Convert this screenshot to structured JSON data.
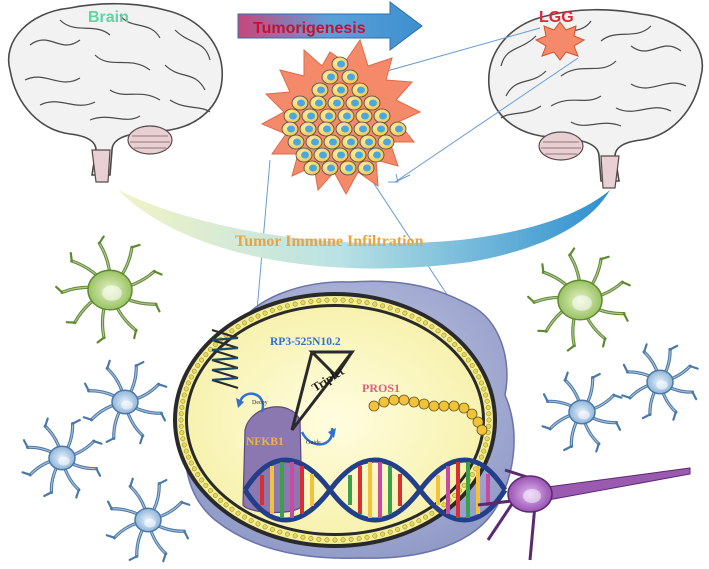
{
  "labels": {
    "brain": "Brain",
    "lgg": "LGG",
    "tumorigenesis": "Tumorigenesis",
    "tumor_immune_infiltration": "Tumor Immune Infiltration",
    "lncrna": "RP3-525N10.2",
    "triplet": "Triplet",
    "pros1": "PROS1",
    "nfkb1": "NFKB1",
    "decoy": "Decoy",
    "guide": "Guide"
  },
  "colors": {
    "brain_label": "#5fd4a0",
    "lgg_label": "#d8283a",
    "tumorigenesis_label": "#c8102e",
    "arrow_fill": "#3d8fd0",
    "immune_label": "#f0a23a",
    "lncrna_label": "#2f6fd6",
    "pros1_label": "#e0607a",
    "nfkb1_label": "#f0b14a",
    "tumor_star": "#f48a6a",
    "brain_fill": "#f2f2f2",
    "nucleus_fill": "#fbf7bf",
    "cell_fill": "#a9b2d6",
    "microglia_green": "#9cc46a",
    "astrocyte_blue": "#9fc0e0",
    "neuron_purple": "#9a5ab0"
  },
  "icons": [
    "brain-left-icon",
    "brain-right-icon",
    "tumor-cluster-icon",
    "microglia-icon",
    "astrocyte-icon",
    "neuron-icon",
    "dna-helix-icon",
    "cell-nucleus-icon"
  ]
}
